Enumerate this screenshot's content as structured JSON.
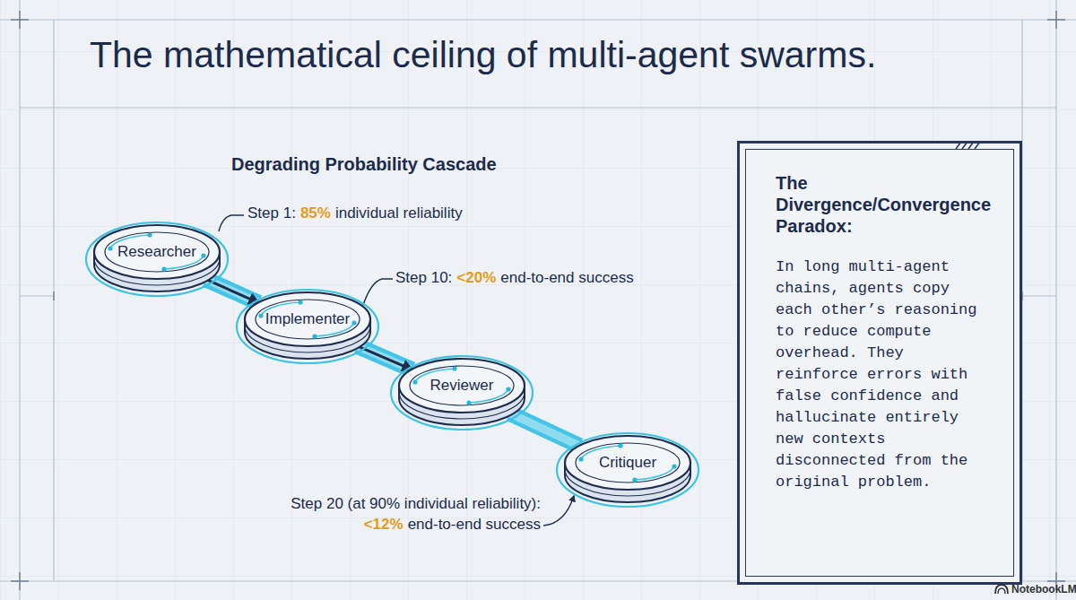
{
  "diagram": {
    "title": "The mathematical ceiling of multi-agent swarms.",
    "nodes": [
      {
        "text": [
          "Researcher"
        ]
      },
      {
        "text": [
          "Implementer"
        ]
      },
      {
        "text": [
          "Reviewer"
        ]
      },
      {
        "text": [
          "Critiquer"
        ]
      },
      {
        "text": [
          "The Divergence/Convergence Paradox:",
          "In long multi-agent chains, agents copy each other’s reasoning to reduce compute overhead. They reinforce errors with false confidence and hallucinate entirely new contexts disconnected from the original problem."
        ]
      }
    ],
    "edges": [
      {
        "from": 0,
        "to": 1,
        "arrow": "to"
      },
      {
        "from": 1,
        "to": 2,
        "arrow": "to"
      },
      {
        "from": 2,
        "to": 3,
        "arrow": "none"
      }
    ],
    "labels": [
      "Degrading Probability Cascade",
      "Step 1:",
      "85%",
      "individual reliability",
      "Step 10:",
      "<20%",
      "end-to-end success",
      "Step 20 (at 90% individual reliability):",
      "<12%",
      "end-to-end success",
      "NotebookLM"
    ]
  }
}
